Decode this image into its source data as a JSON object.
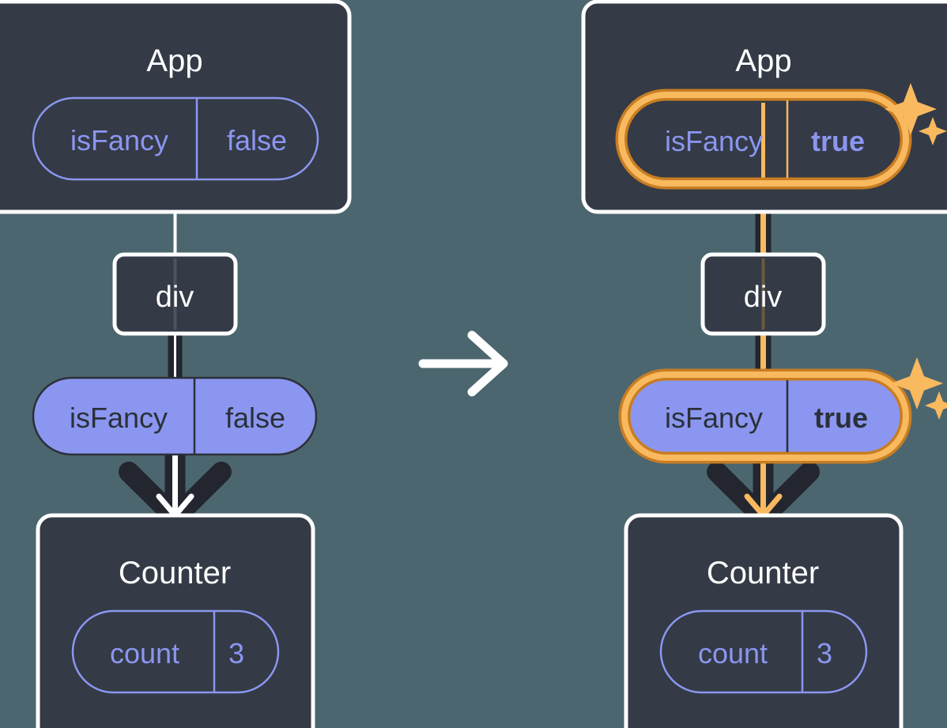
{
  "diagram": {
    "title_note": "React re-render flow: parent state change propagates to child",
    "center_arrow_icon": "arrow-right-icon",
    "colors": {
      "background": "#4c666f",
      "panel_fill": "#343a46",
      "panel_border": "#ffffff",
      "pill_stroke": "#8b96f0",
      "pill_fill": "#8b96f0",
      "pill_text": "#8b96f0",
      "pill_text_dark": "#2b3039",
      "edge_dark": "#23262f",
      "edge_white": "#ffffff",
      "highlight_outer": "#c87d22",
      "highlight_inner": "#f9b95f",
      "sparkle": "#f9b95f",
      "title_text": "#ffffff"
    }
  },
  "before": {
    "app": {
      "label": "App",
      "state_pill": {
        "name": "isFancy",
        "value": "false",
        "highlighted": false,
        "filled": false
      }
    },
    "div": {
      "label": "div"
    },
    "prop_pill": {
      "name": "isFancy",
      "value": "false",
      "highlighted": false,
      "filled": true
    },
    "counter": {
      "label": "Counter",
      "state_pill": {
        "name": "count",
        "value": "3",
        "highlighted": false,
        "filled": false
      }
    }
  },
  "after": {
    "app": {
      "label": "App",
      "state_pill": {
        "name": "isFancy",
        "value": "true",
        "highlighted": true,
        "filled": false
      },
      "sparkle_icon": "sparkles-icon"
    },
    "div": {
      "label": "div"
    },
    "prop_pill": {
      "name": "isFancy",
      "value": "true",
      "highlighted": true,
      "filled": true,
      "sparkle_icon": "sparkles-icon"
    },
    "counter": {
      "label": "Counter",
      "state_pill": {
        "name": "count",
        "value": "3",
        "highlighted": false,
        "filled": false
      }
    }
  }
}
